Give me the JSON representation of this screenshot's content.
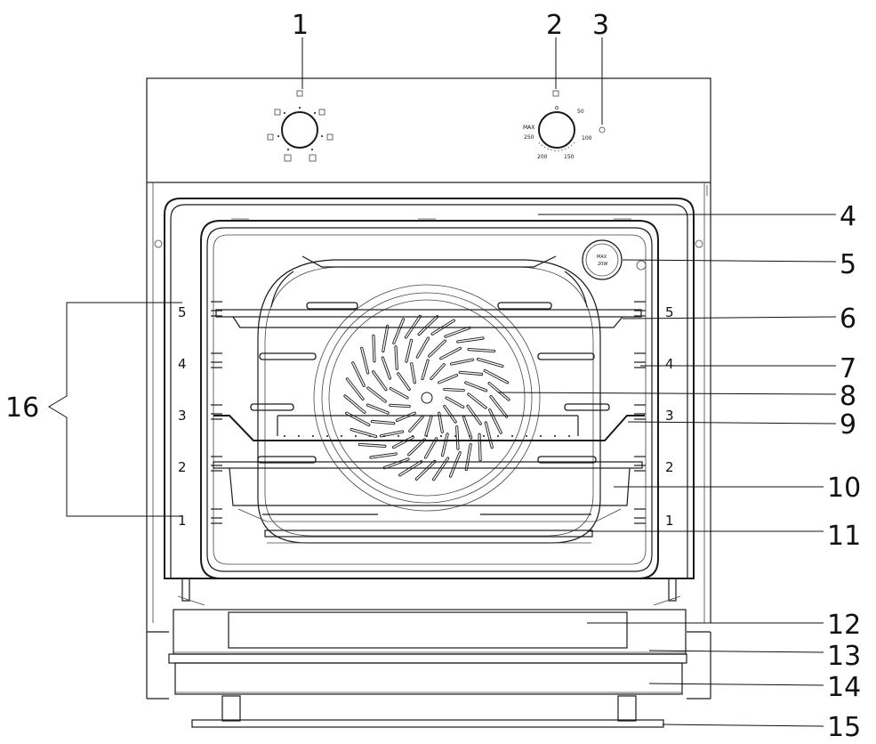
{
  "callouts": [
    {
      "id": "1",
      "label": "1"
    },
    {
      "id": "2",
      "label": "2"
    },
    {
      "id": "3",
      "label": "3"
    },
    {
      "id": "4",
      "label": "4"
    },
    {
      "id": "5",
      "label": "5"
    },
    {
      "id": "6",
      "label": "6"
    },
    {
      "id": "7",
      "label": "7"
    },
    {
      "id": "8",
      "label": "8"
    },
    {
      "id": "9",
      "label": "9"
    },
    {
      "id": "10",
      "label": "10"
    },
    {
      "id": "11",
      "label": "11"
    },
    {
      "id": "12",
      "label": "12"
    },
    {
      "id": "13",
      "label": "13"
    },
    {
      "id": "14",
      "label": "14"
    },
    {
      "id": "15",
      "label": "15"
    },
    {
      "id": "16",
      "label": "16"
    }
  ],
  "shelf_levels": [
    "5",
    "4",
    "3",
    "2",
    "1"
  ],
  "lamp_label": {
    "line1": "MAX",
    "line2": "20W"
  },
  "thermostat_scale": [
    "MAX",
    "250",
    "50",
    "100",
    "200",
    "150"
  ],
  "colors": {
    "line": "#1a1a1a",
    "background": "#ffffff"
  }
}
